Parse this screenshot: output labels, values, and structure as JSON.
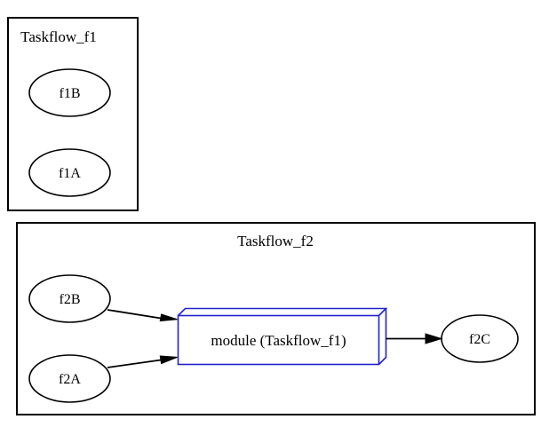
{
  "diagram": {
    "background": "#ffffff",
    "edge_color": "#000000",
    "module_border_color": "#2222cc",
    "cluster_border_color": "#000000",
    "clusters": [
      {
        "id": "cluster_f1",
        "label": "Taskflow_f1",
        "nodes": [
          {
            "id": "f1B",
            "label": "f1B",
            "shape": "ellipse"
          },
          {
            "id": "f1A",
            "label": "f1A",
            "shape": "ellipse"
          }
        ]
      },
      {
        "id": "cluster_f2",
        "label": "Taskflow_f2",
        "nodes": [
          {
            "id": "f2B",
            "label": "f2B",
            "shape": "ellipse"
          },
          {
            "id": "f2A",
            "label": "f2A",
            "shape": "ellipse"
          },
          {
            "id": "module",
            "label": "module (Taskflow_f1)",
            "shape": "box3d"
          },
          {
            "id": "f2C",
            "label": "f2C",
            "shape": "ellipse"
          }
        ]
      }
    ],
    "edges": [
      {
        "from": "f2B",
        "to": "module"
      },
      {
        "from": "f2A",
        "to": "module"
      },
      {
        "from": "module",
        "to": "f2C"
      }
    ]
  }
}
